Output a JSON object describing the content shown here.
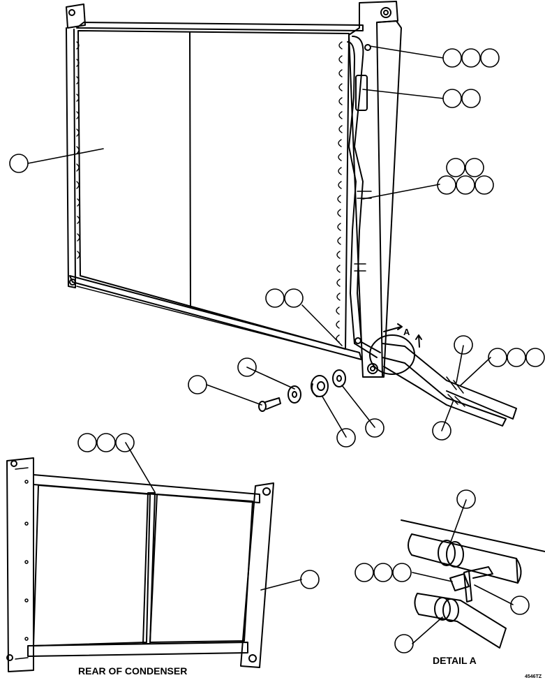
{
  "figure": {
    "rear_label": "REAR OF CONDENSER",
    "detail_label": "DETAIL A",
    "view_marker": "A",
    "figure_code": "4546TZ"
  },
  "callouts": [
    {
      "group": "frame-top-bolts",
      "count": 3
    },
    {
      "group": "sensor-switch",
      "count": 2
    },
    {
      "group": "tube-clamp-upper",
      "count": 2
    },
    {
      "group": "tube-clamp-lower",
      "count": 3
    },
    {
      "group": "condenser-core",
      "count": 1
    },
    {
      "group": "fitting-nut",
      "count": 2
    },
    {
      "group": "washer",
      "count": 1
    },
    {
      "group": "bolt",
      "count": 1
    },
    {
      "group": "grommet",
      "count": 1
    },
    {
      "group": "flat-washer",
      "count": 1
    },
    {
      "group": "hose-clamp",
      "count": 1
    },
    {
      "group": "hose-clamp-group",
      "count": 3
    },
    {
      "group": "hose-clamp-lower",
      "count": 1
    },
    {
      "group": "rear-center-bracket",
      "count": 3
    },
    {
      "group": "rear-side-rail",
      "count": 1
    },
    {
      "group": "detail-upper-clamp",
      "count": 1
    },
    {
      "group": "detail-bracket-bolts",
      "count": 3
    },
    {
      "group": "detail-bracket",
      "count": 1
    },
    {
      "group": "detail-lower-clamp",
      "count": 1
    }
  ],
  "colors": {
    "line": "#000000",
    "background": "#ffffff"
  }
}
